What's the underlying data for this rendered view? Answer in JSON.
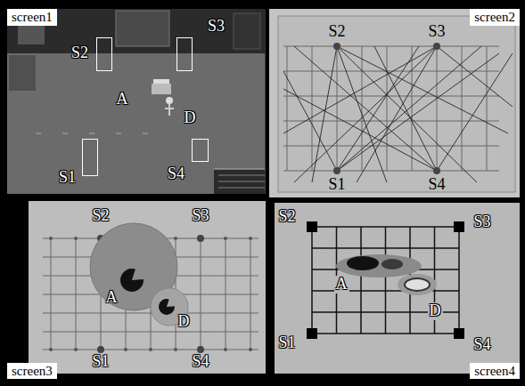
{
  "diagram": {
    "nodes": [
      {
        "text": [
          "screen1"
        ]
      },
      {
        "text": [
          "S2"
        ],
        "in": 0
      },
      {
        "text": [
          "S3"
        ],
        "in": 0
      },
      {
        "text": [
          "S1"
        ],
        "in": 0
      },
      {
        "text": [
          "S4"
        ],
        "in": 0
      },
      {
        "text": [
          "screen2"
        ]
      },
      {
        "text": [
          "screen3"
        ]
      },
      {
        "text": [
          "A"
        ],
        "in": 6
      },
      {
        "text": [
          "D"
        ],
        "in": 6
      },
      {
        "text": [
          "screen4"
        ]
      }
    ],
    "labels": [
      "A",
      "D",
      "S2",
      "S3",
      "S1",
      "S4",
      "S2",
      "S3",
      "S1",
      "S4",
      "S2",
      "S3",
      "A",
      "D",
      "S1",
      "S4"
    ]
  }
}
